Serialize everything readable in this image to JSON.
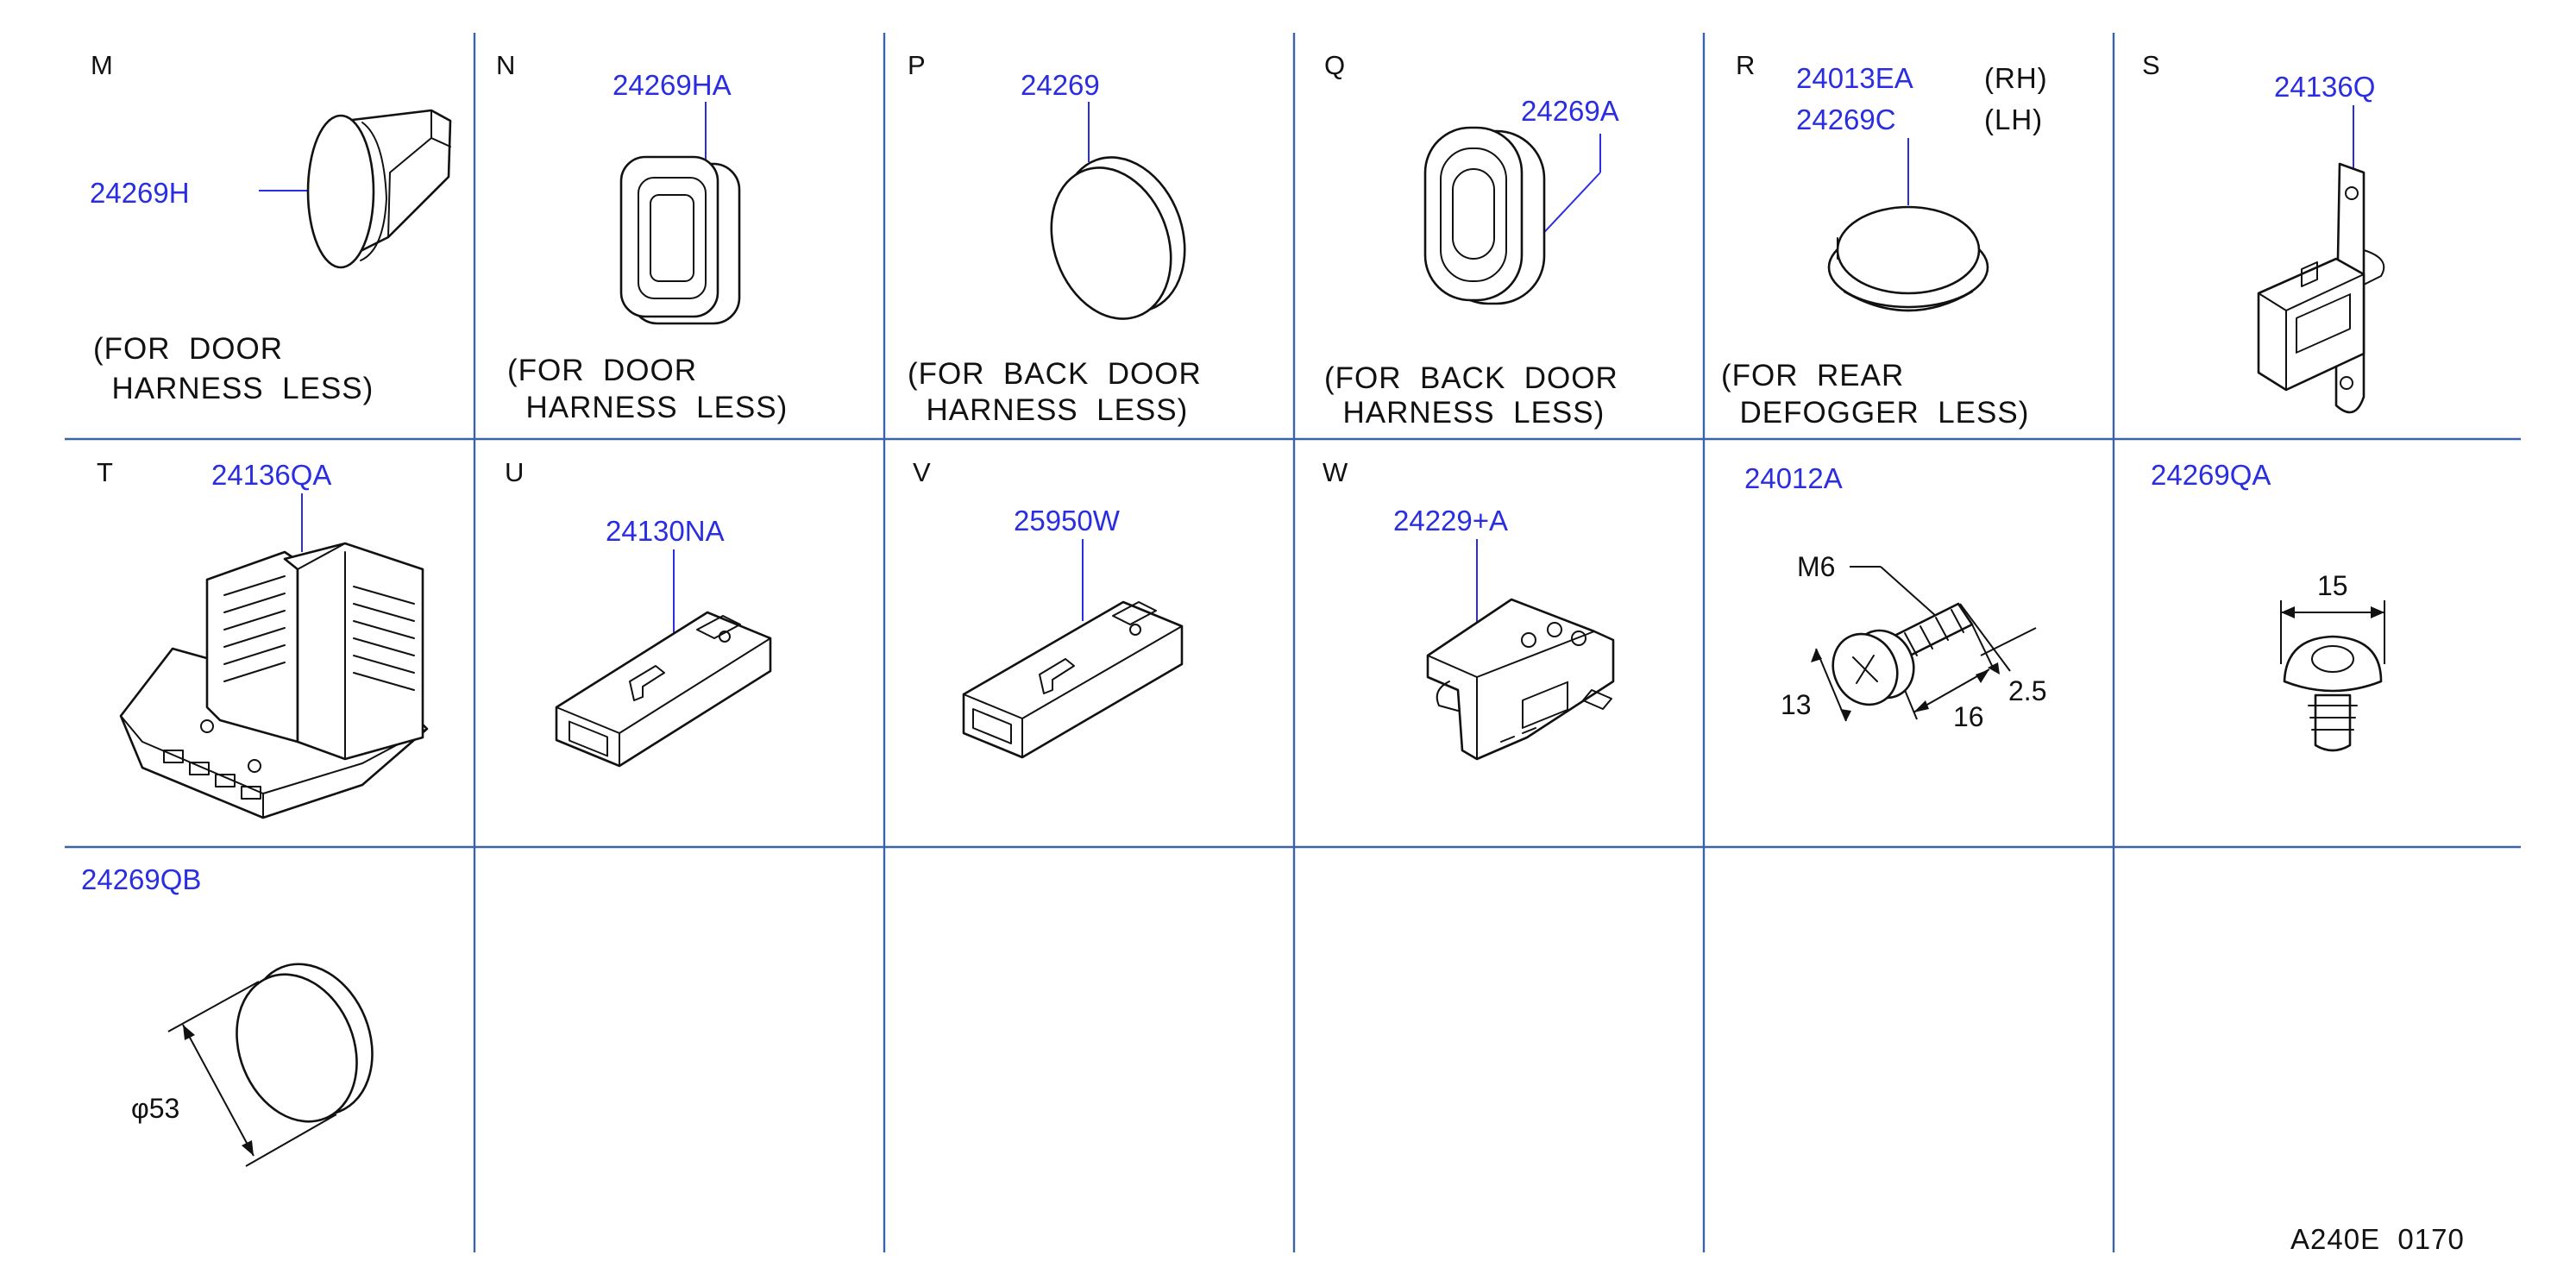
{
  "cells": {
    "M": {
      "letter": "M",
      "part_number": "24269H",
      "note_line1": "(FOR  DOOR",
      "note_line2": "  HARNESS  LESS)"
    },
    "N": {
      "letter": "N",
      "part_number": "24269HA",
      "note_line1": "(FOR  DOOR",
      "note_line2": "  HARNESS  LESS)"
    },
    "P": {
      "letter": "P",
      "part_number": "24269",
      "note_line1": "(FOR  BACK  DOOR",
      "note_line2": "  HARNESS  LESS)"
    },
    "Q": {
      "letter": "Q",
      "part_number": "24269A",
      "note_line1": "(FOR  BACK  DOOR",
      "note_line2": "  HARNESS  LESS)"
    },
    "R": {
      "letter": "R",
      "part_number_rh": "24013EA",
      "side_rh": "(RH)",
      "part_number_lh": "24269C",
      "side_lh": "(LH)",
      "note_line1": "(FOR  REAR",
      "note_line2": "  DEFOGGER  LESS)"
    },
    "S": {
      "letter": "S",
      "part_number": "24136Q"
    },
    "T": {
      "letter": "T",
      "part_number": "24136QA"
    },
    "U": {
      "letter": "U",
      "part_number": "24130NA"
    },
    "V": {
      "letter": "V",
      "part_number": "25950W"
    },
    "W": {
      "letter": "W",
      "part_number": "24229+A"
    },
    "bolt": {
      "part_number": "24012A",
      "thread": "M6",
      "dim_head": "13",
      "dim_length": "16",
      "dim_collar": "2.5"
    },
    "clip": {
      "part_number": "24269QA",
      "dim_width": "15"
    },
    "plug": {
      "part_number": "24269QB",
      "dim_diameter": "φ53"
    }
  },
  "reference_code": "A240E  0170",
  "colors": {
    "grid": "#3a63a8",
    "part_number": "#2a2ee0",
    "line_art": "#111111"
  }
}
